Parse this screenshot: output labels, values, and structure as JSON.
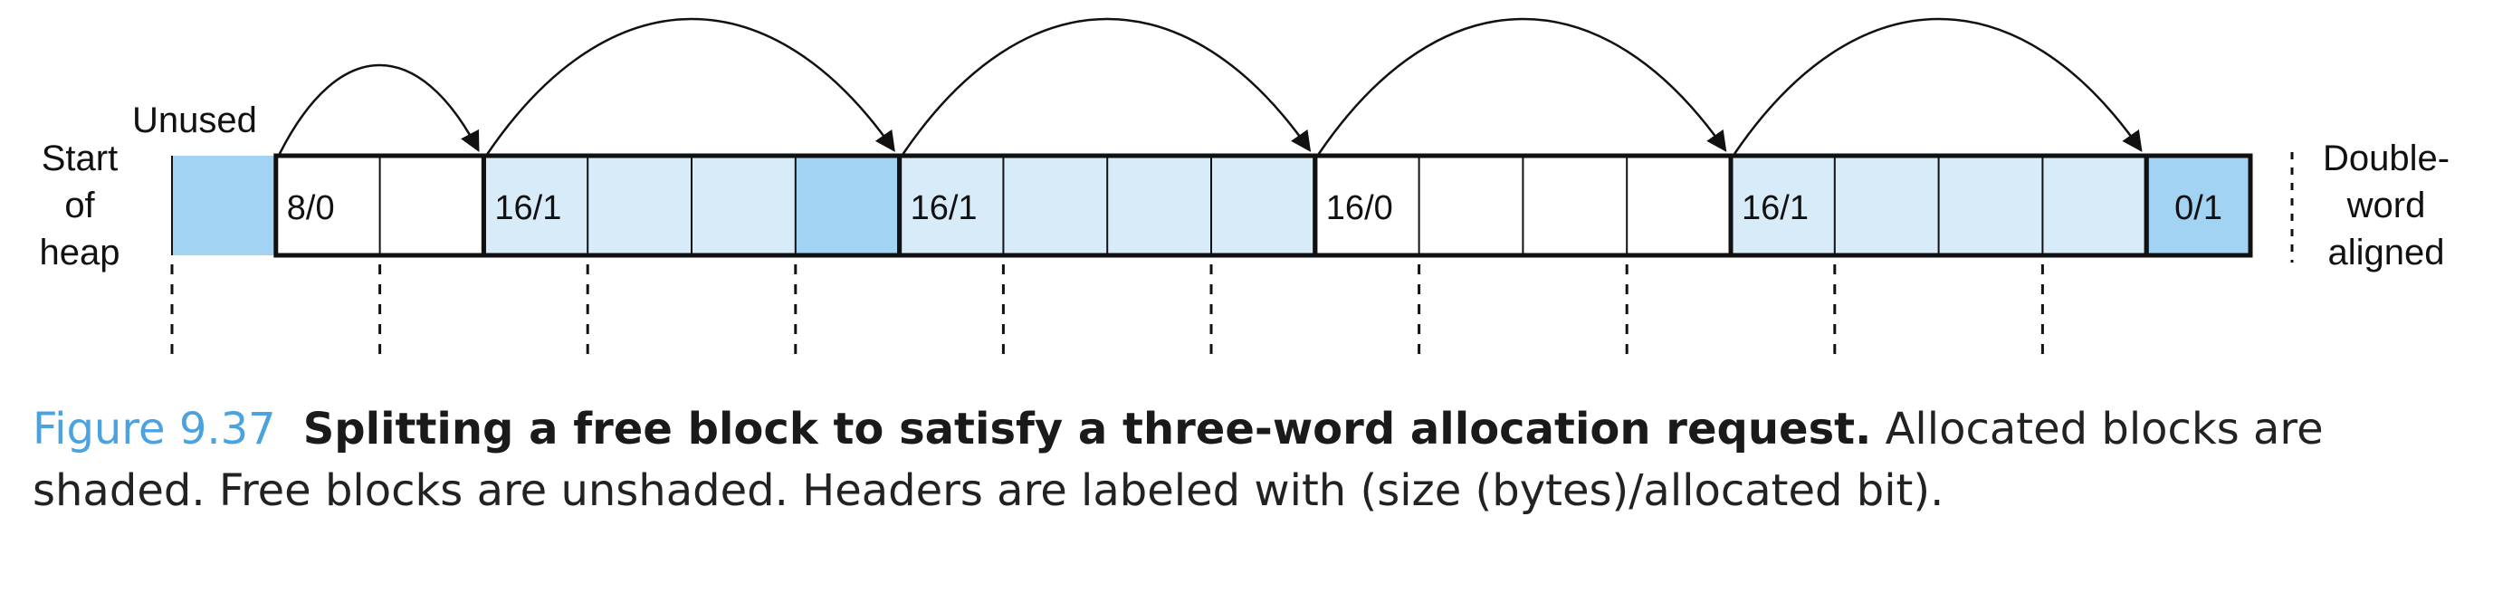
{
  "labels": {
    "unused": "Unused",
    "start_of_heap": [
      "Start",
      "of",
      "heap"
    ],
    "double_word_aligned": [
      "Double-",
      "word",
      "aligned"
    ]
  },
  "blocks": [
    {
      "kind": "unused",
      "words": 1,
      "header": ""
    },
    {
      "kind": "free",
      "words": 2,
      "header": "8/0"
    },
    {
      "kind": "allocated",
      "words": 4,
      "header": "16/1",
      "padding_words": 1
    },
    {
      "kind": "allocated",
      "words": 4,
      "header": "16/1"
    },
    {
      "kind": "free",
      "words": 4,
      "header": "16/0"
    },
    {
      "kind": "allocated",
      "words": 4,
      "header": "16/1"
    },
    {
      "kind": "epilogue",
      "words": 1,
      "header": "0/1"
    }
  ],
  "colors": {
    "allocated_fill": "#d8ebf9",
    "dark_fill": "#a3d3f2",
    "free_fill": "#ffffff",
    "border": "#111111",
    "figure_number": "#4aa3df"
  },
  "caption": {
    "figure_number": "Figure 9.37",
    "title": "Splitting a free block to satisfy a three-word allocation request.",
    "text": "Allocated blocks are shaded. Free blocks are unshaded. Headers are labeled with (size (bytes)/allocated bit)."
  }
}
